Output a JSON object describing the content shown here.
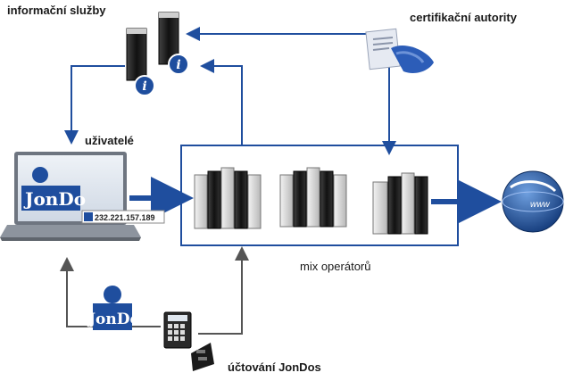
{
  "labels": {
    "info_services": "informační služby",
    "cert_authorities": "certifikační autority",
    "users": "uživatelé",
    "mix_operators": "mix operátorů",
    "accounting": "účtování JonDos"
  },
  "laptop": {
    "brand": "JonDo",
    "ip_address": "232.221.157.189"
  },
  "person_brand": "JonDos",
  "globe_text": "www",
  "icons": [
    "info-server-icon",
    "certificate-icon",
    "laptop-icon",
    "mix-server-icon",
    "globe-icon",
    "person-icon",
    "calculator-icon"
  ],
  "colors": {
    "arrow_blue": "#1f4e9e",
    "arrow_grey": "#555555",
    "server_dark": "#1a1a1a",
    "server_light": "#d8d8d8",
    "info_badge": "#1f4e9e"
  }
}
